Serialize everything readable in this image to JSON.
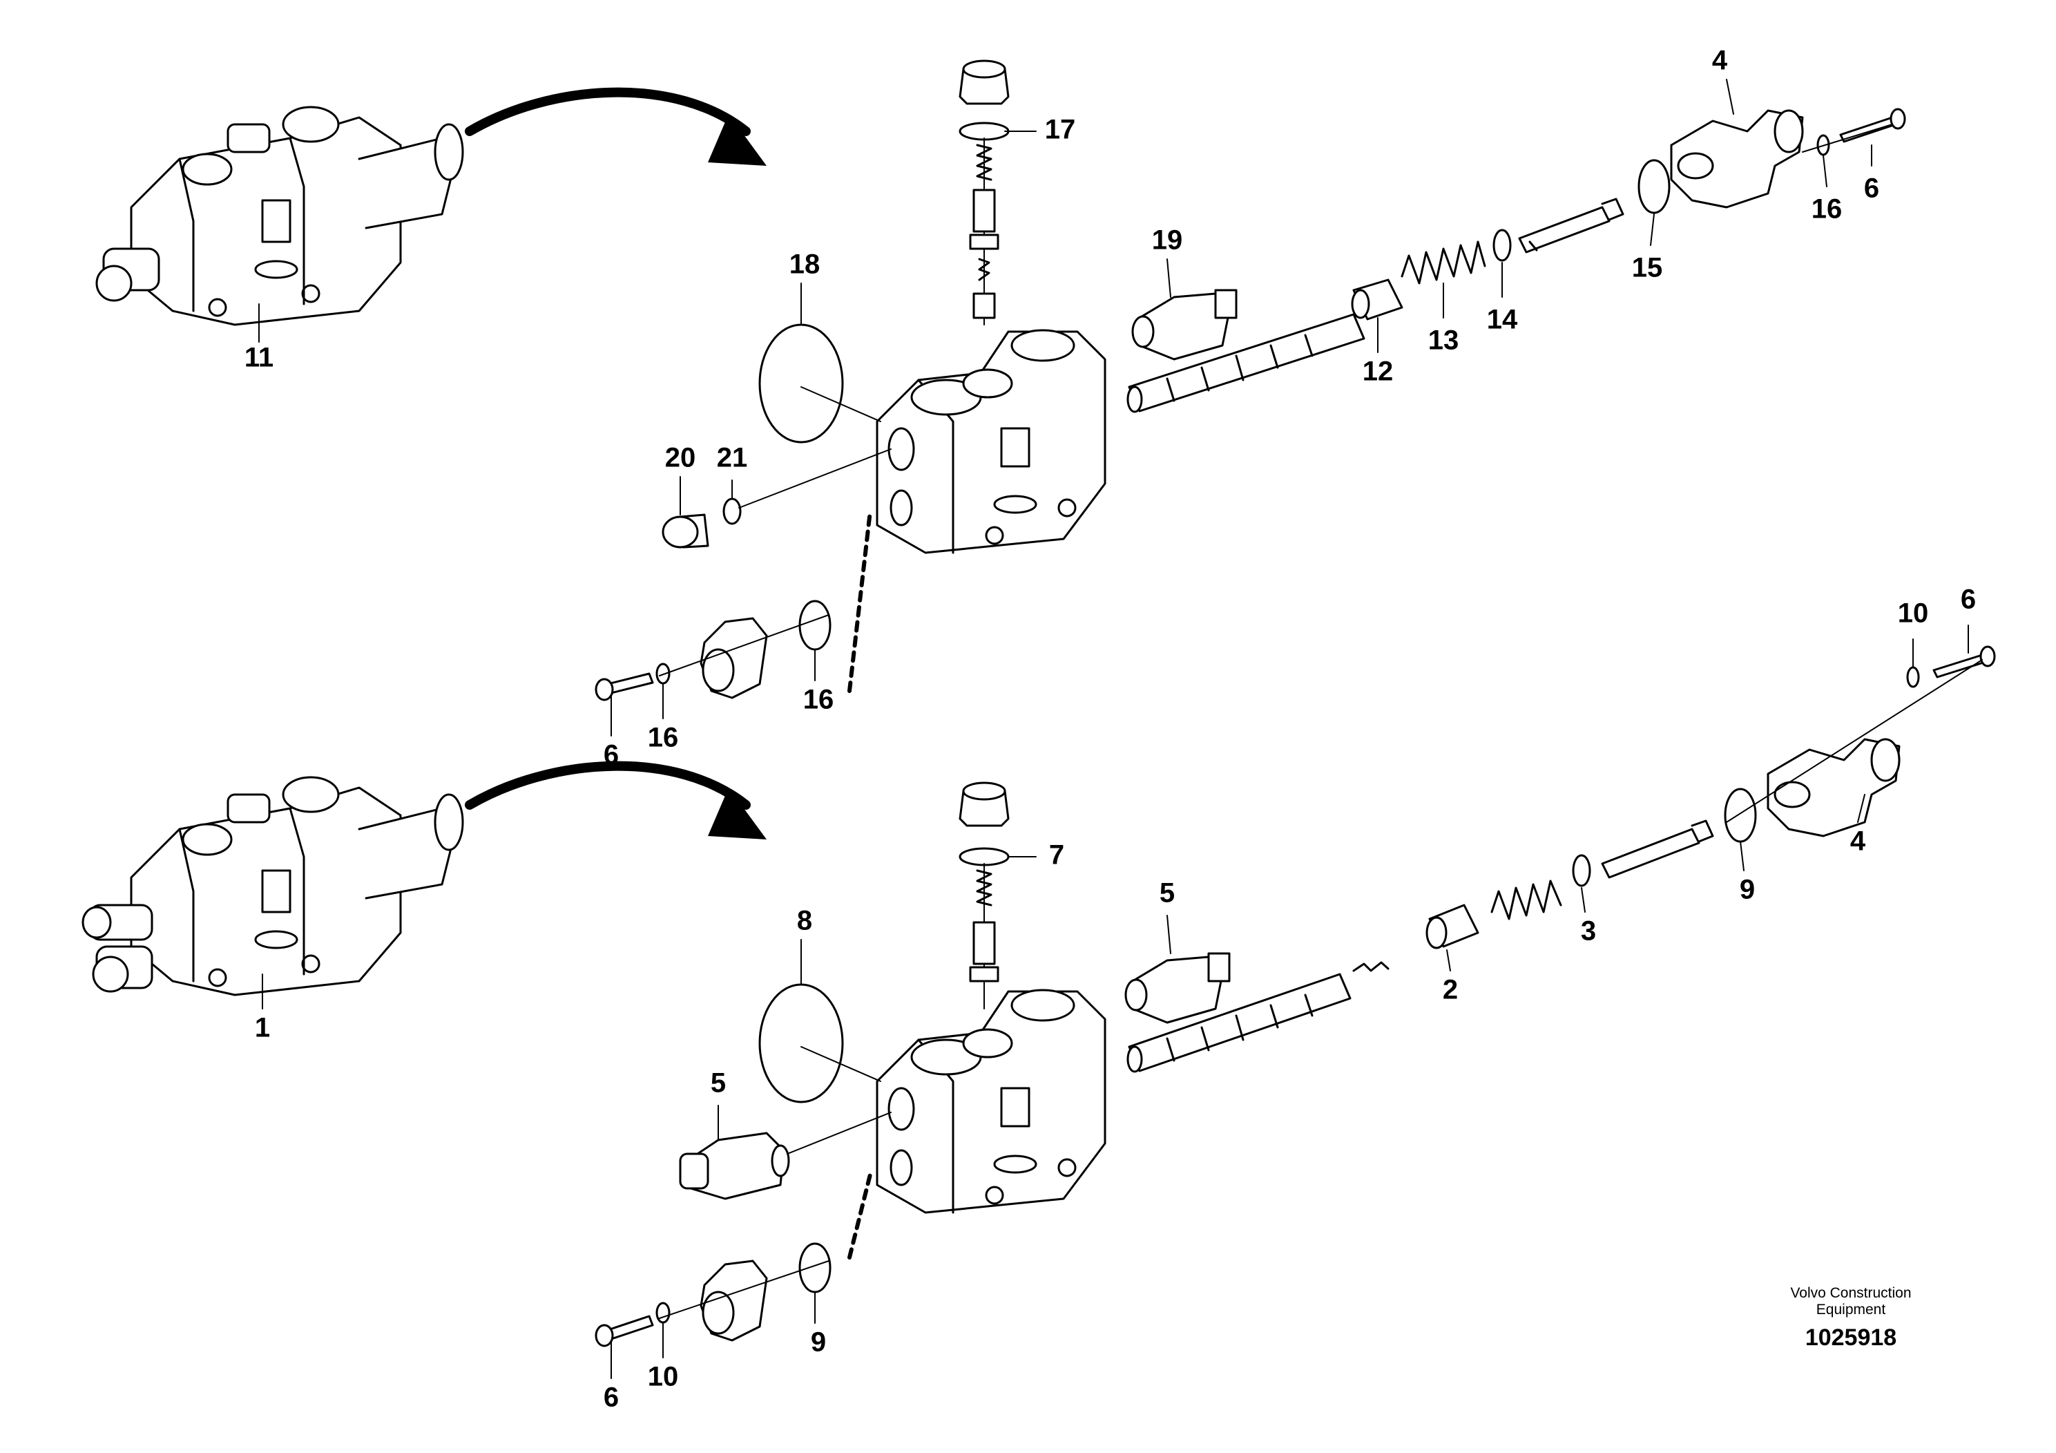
{
  "diagram": {
    "source": "Volvo Construction Equipment parts diagram",
    "callouts_top": [
      "17",
      "4",
      "6",
      "16",
      "15",
      "18",
      "19",
      "12",
      "13",
      "14",
      "11",
      "21",
      "20",
      "16",
      "6",
      "16"
    ],
    "callouts_bottom": [
      "10",
      "6",
      "7",
      "4",
      "9",
      "5",
      "8",
      "3",
      "2",
      "1",
      "5",
      "9",
      "6",
      "10"
    ]
  },
  "caption": {
    "line1": "Volvo Construction",
    "line2": "Equipment",
    "number": "1025918"
  }
}
